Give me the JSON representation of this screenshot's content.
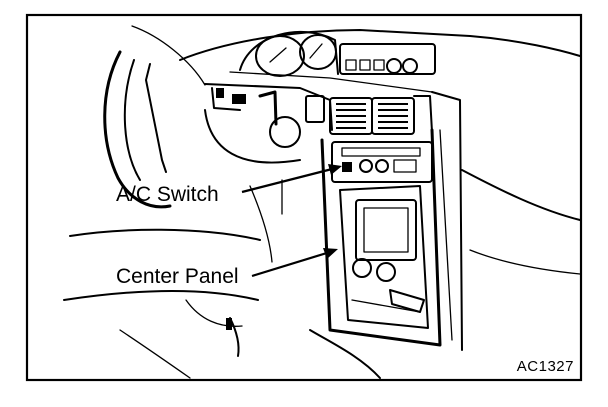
{
  "diagram": {
    "labels": {
      "ac_switch": "A/C Switch",
      "center_panel": "Center Panel"
    },
    "figure_code": "AC1327"
  }
}
